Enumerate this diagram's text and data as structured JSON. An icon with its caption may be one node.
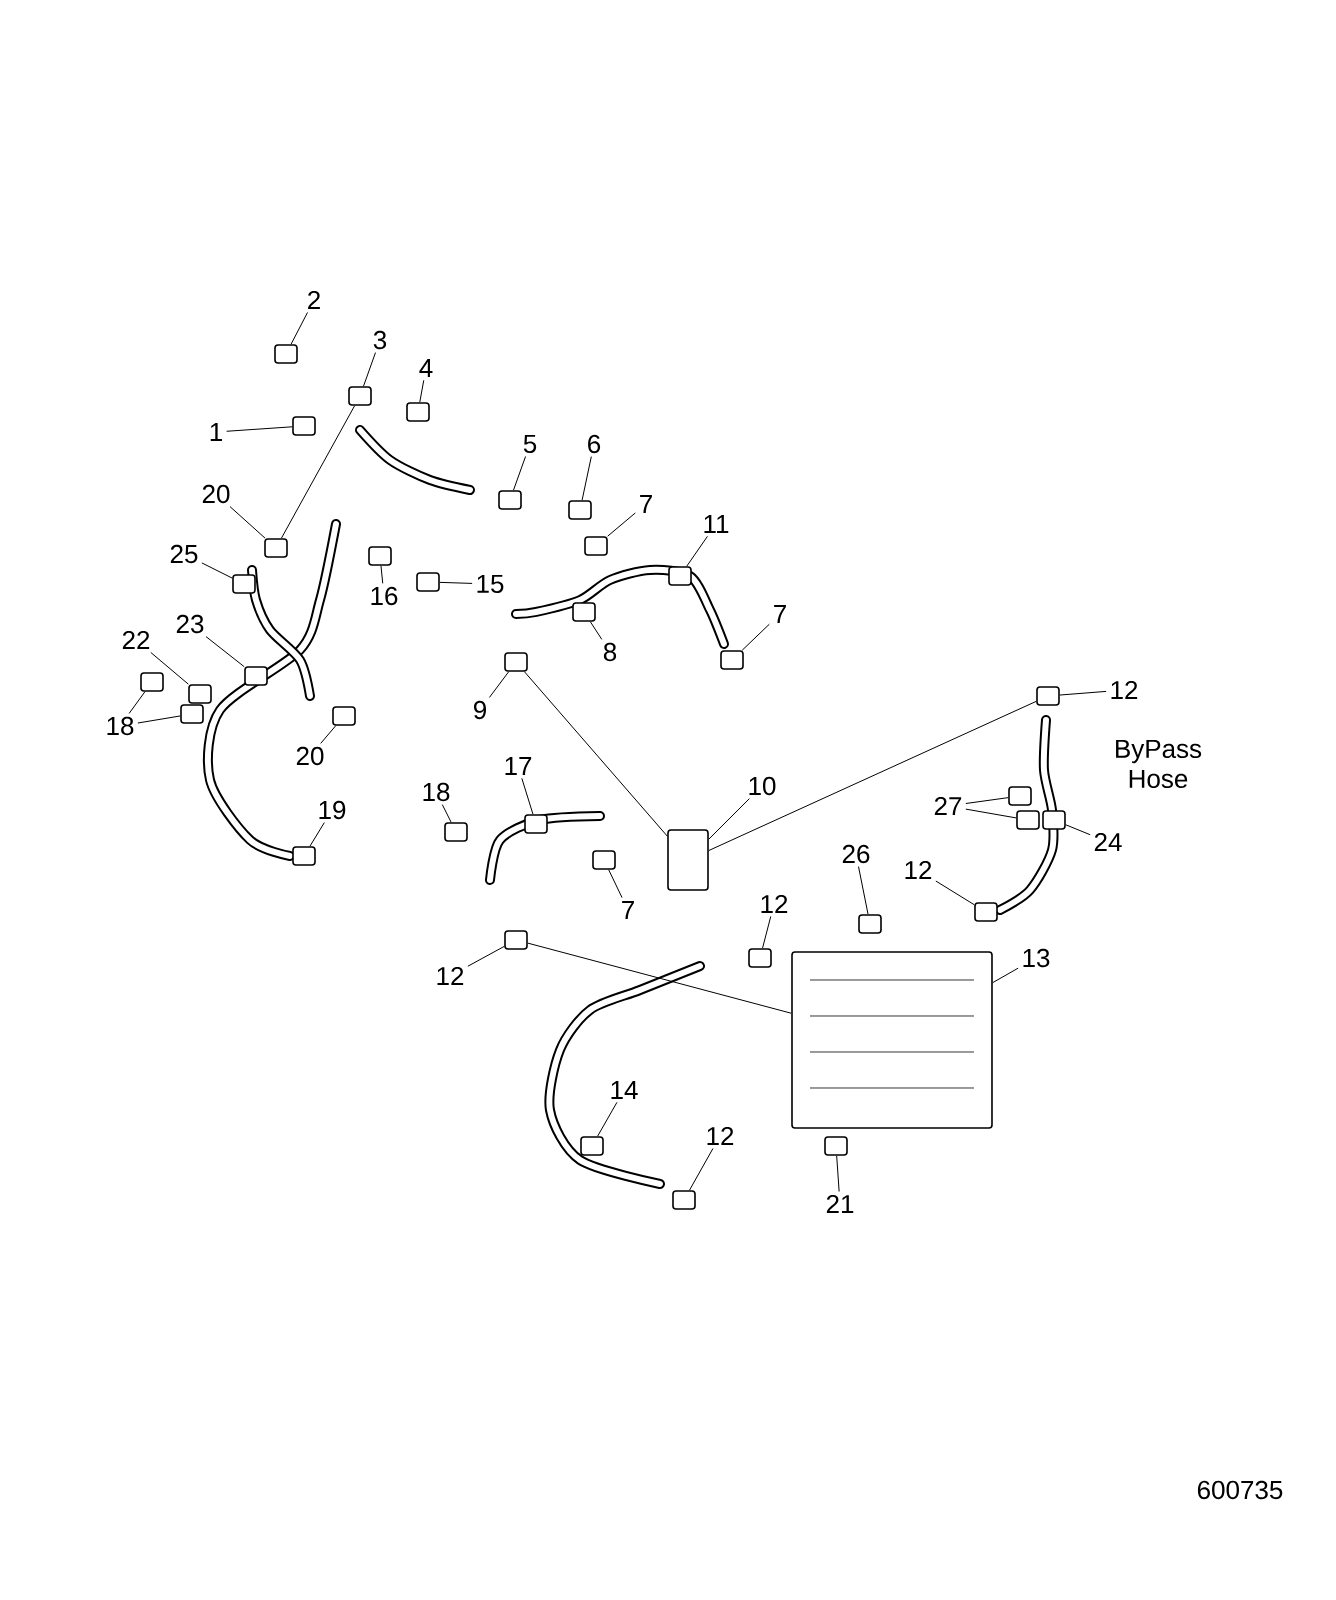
{
  "diagram": {
    "nodes": [
      {
        "text": [
          "1"
        ]
      },
      {
        "text": [],
        "shape": "box"
      },
      {
        "text": [
          "2"
        ]
      },
      {
        "text": [],
        "shape": "box"
      },
      {
        "text": [
          "3"
        ]
      },
      {
        "text": [],
        "shape": "box"
      },
      {
        "text": [
          "4"
        ]
      },
      {
        "text": [],
        "shape": "box"
      },
      {
        "text": [
          "5"
        ]
      },
      {
        "text": [],
        "shape": "box"
      },
      {
        "text": [
          "6"
        ]
      },
      {
        "text": [],
        "shape": "box"
      },
      {
        "text": [
          "7"
        ]
      },
      {
        "text": [],
        "shape": "box"
      },
      {
        "text": [
          "11"
        ]
      },
      {
        "text": [],
        "shape": "box"
      },
      {
        "text": [
          "7"
        ]
      },
      {
        "text": [],
        "shape": "box"
      },
      {
        "text": [
          "8"
        ]
      },
      {
        "text": [],
        "shape": "box"
      },
      {
        "text": [
          "9"
        ]
      },
      {
        "text": [],
        "shape": "box"
      },
      {
        "text": [
          "10"
        ]
      },
      {
        "text": [],
        "shape": "box"
      },
      {
        "text": [
          "20"
        ]
      },
      {
        "text": [],
        "shape": "box"
      },
      {
        "text": [
          "25"
        ]
      },
      {
        "text": [],
        "shape": "box"
      },
      {
        "text": [
          "23"
        ]
      },
      {
        "text": [],
        "shape": "box"
      },
      {
        "text": [
          "22"
        ]
      },
      {
        "text": [],
        "shape": "box"
      },
      {
        "text": [
          "18"
        ]
      },
      {
        "text": [],
        "shape": "box"
      },
      {
        "text": [],
        "shape": "box"
      },
      {
        "text": [
          "20"
        ]
      },
      {
        "text": [],
        "shape": "box"
      },
      {
        "text": [
          "19"
        ]
      },
      {
        "text": [],
        "shape": "box"
      },
      {
        "text": [
          "16"
        ]
      },
      {
        "text": [],
        "shape": "box"
      },
      {
        "text": [
          "15"
        ]
      },
      {
        "text": [],
        "shape": "box"
      },
      {
        "text": [
          "17"
        ]
      },
      {
        "text": [],
        "shape": "box"
      },
      {
        "text": [
          "18"
        ]
      },
      {
        "text": [],
        "shape": "box"
      },
      {
        "text": [
          "7"
        ]
      },
      {
        "text": [],
        "shape": "box"
      },
      {
        "text": [
          "12"
        ]
      },
      {
        "text": [],
        "shape": "box"
      },
      {
        "text": [
          "12"
        ]
      },
      {
        "text": [],
        "shape": "box"
      },
      {
        "text": [
          "27"
        ]
      },
      {
        "text": [],
        "shape": "box"
      },
      {
        "text": [],
        "shape": "box"
      },
      {
        "text": [
          "24"
        ]
      },
      {
        "text": [],
        "shape": "box"
      },
      {
        "text": [
          "12"
        ]
      },
      {
        "text": [],
        "shape": "box"
      },
      {
        "text": [
          "26"
        ]
      },
      {
        "text": [],
        "shape": "box"
      },
      {
        "text": [
          "12"
        ]
      },
      {
        "text": [],
        "shape": "box"
      },
      {
        "text": [
          "13"
        ]
      },
      {
        "text": [],
        "shape": "box"
      },
      {
        "text": [
          "14"
        ]
      },
      {
        "text": [],
        "shape": "box"
      },
      {
        "text": [
          "12"
        ]
      },
      {
        "text": [],
        "shape": "box"
      },
      {
        "text": [
          "21"
        ]
      },
      {
        "text": [],
        "shape": "box"
      }
    ],
    "edges": [
      {
        "from": 0,
        "to": 1,
        "arrow": "none"
      },
      {
        "from": 2,
        "to": 3,
        "arrow": "none"
      },
      {
        "from": 4,
        "to": 5,
        "arrow": "none"
      },
      {
        "from": 6,
        "to": 7,
        "arrow": "none"
      },
      {
        "from": 8,
        "to": 9,
        "arrow": "none"
      },
      {
        "from": 10,
        "to": 11,
        "arrow": "none"
      },
      {
        "from": 12,
        "to": 13,
        "arrow": "none"
      },
      {
        "from": 14,
        "to": 15,
        "arrow": "none"
      },
      {
        "from": 16,
        "to": 17,
        "arrow": "none"
      },
      {
        "from": 18,
        "to": 19,
        "arrow": "none"
      },
      {
        "from": 20,
        "to": 21,
        "arrow": "none"
      },
      {
        "from": 22,
        "to": 23,
        "arrow": "none"
      },
      {
        "from": 24,
        "to": 25,
        "arrow": "none"
      },
      {
        "from": 26,
        "to": 27,
        "arrow": "none"
      },
      {
        "from": 28,
        "to": 29,
        "arrow": "none"
      },
      {
        "from": 30,
        "to": 31,
        "arrow": "none"
      },
      {
        "from": 32,
        "to": 33,
        "arrow": "none"
      },
      {
        "from": 32,
        "to": 34,
        "arrow": "none"
      },
      {
        "from": 35,
        "to": 36,
        "arrow": "none"
      },
      {
        "from": 37,
        "to": 38,
        "arrow": "none"
      },
      {
        "from": 39,
        "to": 40,
        "arrow": "none"
      },
      {
        "from": 41,
        "to": 42,
        "arrow": "none"
      },
      {
        "from": 43,
        "to": 44,
        "arrow": "none"
      },
      {
        "from": 45,
        "to": 46,
        "arrow": "none"
      },
      {
        "from": 47,
        "to": 48,
        "arrow": "none"
      },
      {
        "from": 49,
        "to": 50,
        "arrow": "none"
      },
      {
        "from": 51,
        "to": 52,
        "arrow": "none"
      },
      {
        "from": 53,
        "to": 54,
        "arrow": "none"
      },
      {
        "from": 53,
        "to": 55,
        "arrow": "none"
      },
      {
        "from": 56,
        "to": 57,
        "arrow": "none"
      },
      {
        "from": 58,
        "to": 59,
        "arrow": "none"
      },
      {
        "from": 60,
        "to": 61,
        "arrow": "none"
      },
      {
        "from": 62,
        "to": 63,
        "arrow": "none"
      },
      {
        "from": 64,
        "to": 65,
        "arrow": "none"
      },
      {
        "from": 66,
        "to": 67,
        "arrow": "none"
      },
      {
        "from": 68,
        "to": 69,
        "arrow": "none"
      },
      {
        "from": 70,
        "to": 71,
        "arrow": "none"
      },
      {
        "from": 21,
        "to": 23,
        "arrow": "none"
      },
      {
        "from": 23,
        "to": 52,
        "arrow": "none"
      },
      {
        "from": 50,
        "to": 65,
        "arrow": "none"
      },
      {
        "from": 25,
        "to": 5,
        "arrow": "none"
      }
    ],
    "labels": [
      "ByPass Hose",
      "600735"
    ]
  }
}
